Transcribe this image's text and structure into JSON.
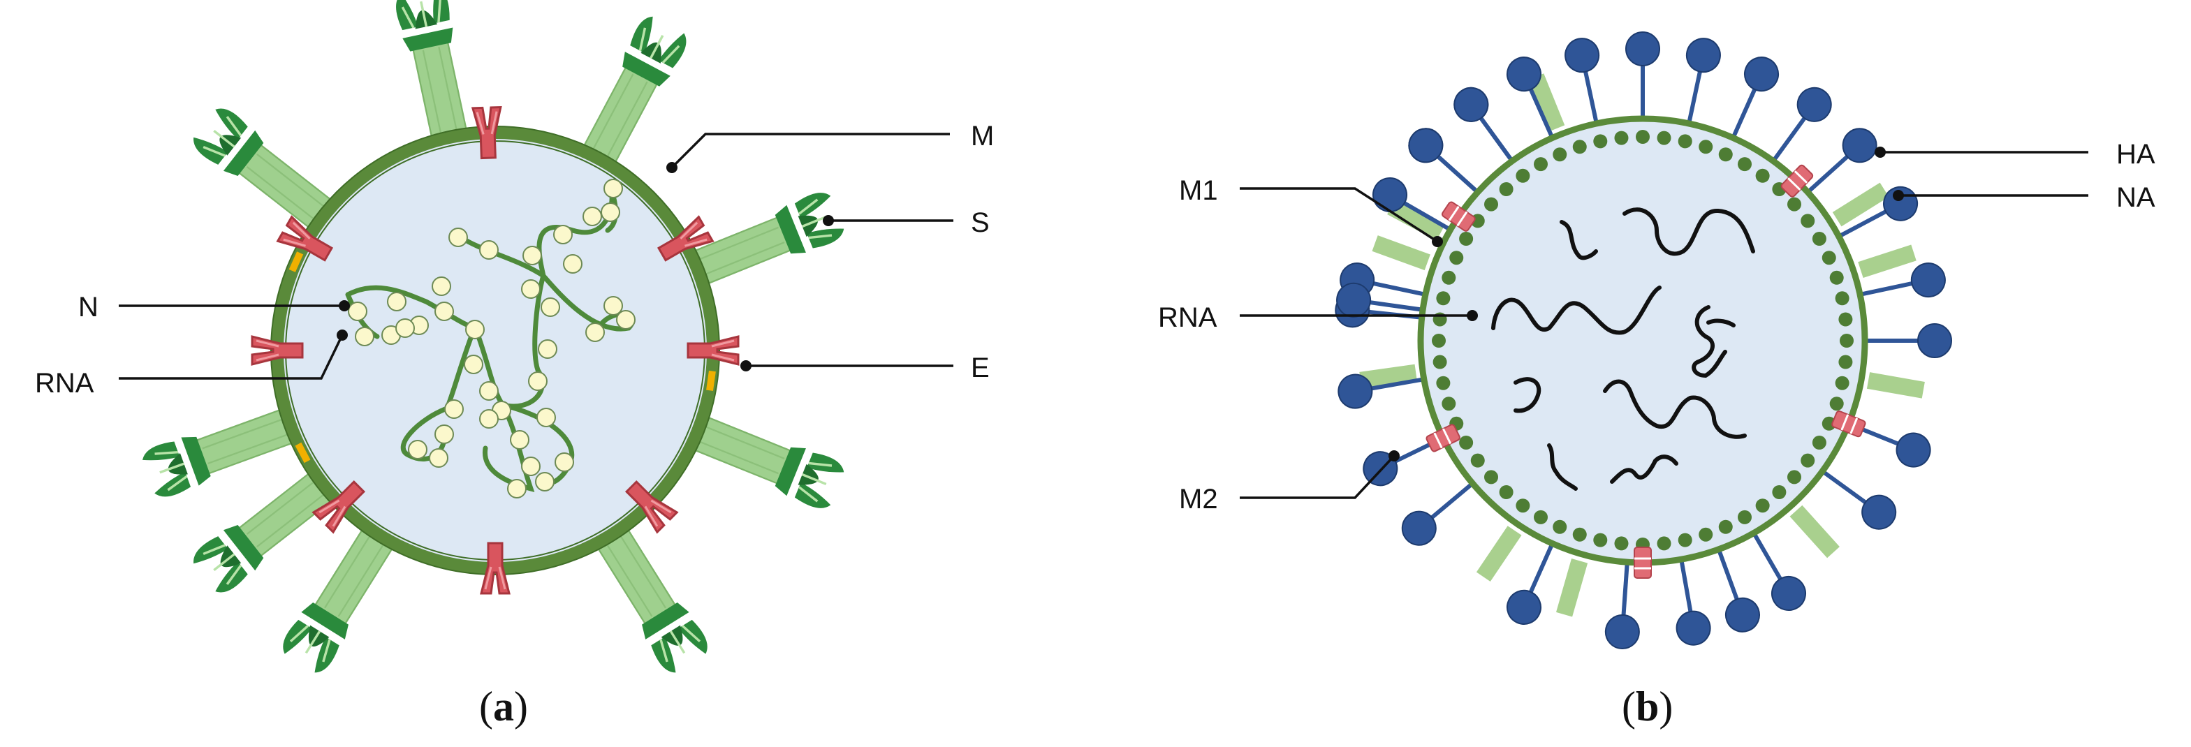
{
  "panel_a": {
    "caption": {
      "open": "(",
      "letter": "a",
      "close": ")"
    },
    "labels": {
      "M": "M",
      "S": "S",
      "N": "N",
      "RNA": "RNA",
      "E": "E"
    }
  },
  "panel_b": {
    "caption": {
      "open": "(",
      "letter": "b",
      "close": ")"
    },
    "labels": {
      "HA": "HA",
      "NA": "NA",
      "M1": "M1",
      "RNA": "RNA",
      "M2": "M2"
    }
  },
  "colors": {
    "background": "#ffffff",
    "interior": "#dde8f4",
    "membrane": "#5a8a3a",
    "membrane_dark": "#3f6e27",
    "spike": "#9fd08e",
    "spike_tip": "#2a8a3c",
    "m_protein": "#d9555e",
    "e_protein": "#f0b000",
    "nucleocapsid": "#fbf8cc",
    "rna_strand": "#4e8a3a",
    "ha": "#2f5597",
    "na": "#a9d08e",
    "m1": "#4e7d34",
    "m2": "#e06b74",
    "rna_b": "#111111",
    "leader": "#111111"
  },
  "icons": {
    "s_spike": "spike-protein-icon",
    "m_protein": "membrane-protein-icon",
    "e_protein": "envelope-protein-icon",
    "ha": "hemagglutinin-icon",
    "na": "neuraminidase-icon",
    "m2": "ion-channel-icon"
  }
}
